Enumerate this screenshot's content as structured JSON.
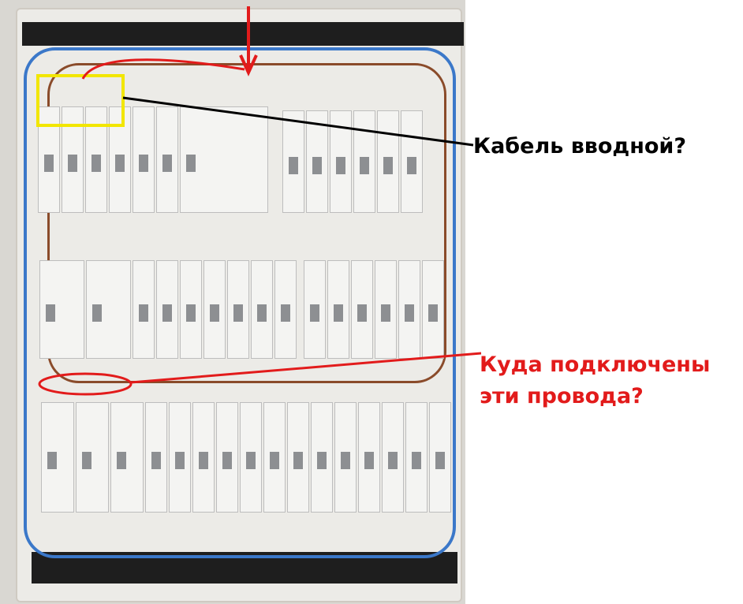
{
  "annotations": {
    "question_1": "Кабель вводной?",
    "question_2_line1": "Куда подключены",
    "question_2_line2": "эти провода?"
  },
  "colors": {
    "question_1": "#000000",
    "question_2": "#e21b1b",
    "highlight_box": "#f2e600",
    "highlight_ellipse": "#e21b1b"
  }
}
